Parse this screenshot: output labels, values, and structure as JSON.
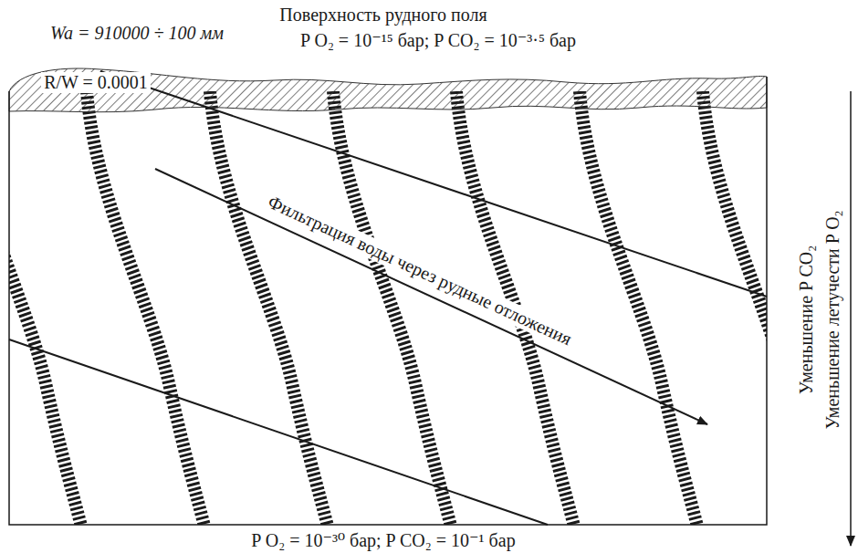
{
  "diagram": {
    "labels": [
      "Поверхность рудного поля",
      "Wa = 910000 ÷ 100 мм",
      "P O₂ = 10⁻¹⁵ бар; P CO₂ = 10⁻³·⁵ бар",
      "R/W = 0.0001",
      "Фильтрация воды через рудные отложения",
      "Уменьшение P CO₂",
      "Уменьшение летучести P O₂",
      "P O₂ = 10⁻³⁰ бар; P CO₂ = 10⁻¹ бар"
    ]
  }
}
